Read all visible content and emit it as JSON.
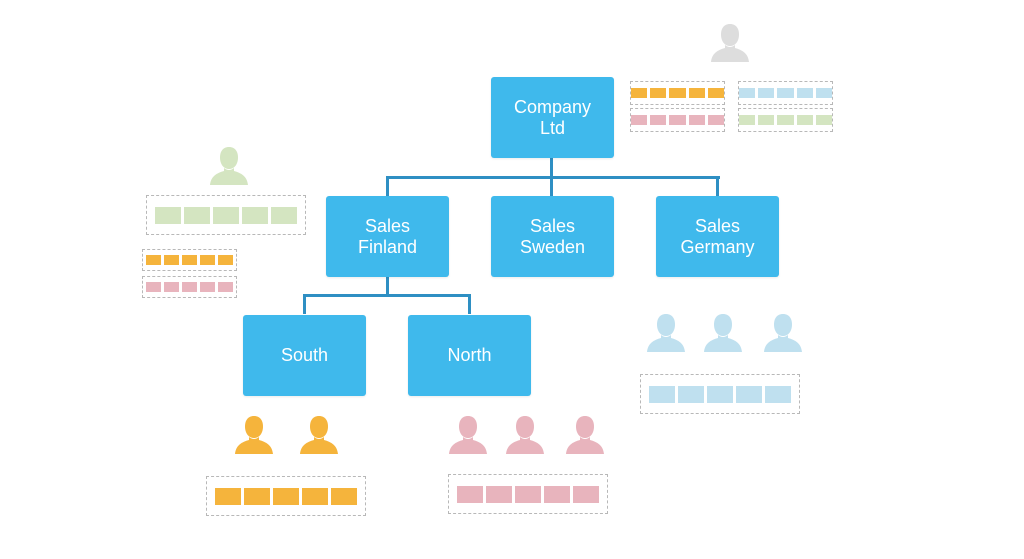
{
  "diagram": {
    "root": {
      "line1": "Company",
      "line2": "Ltd"
    },
    "branches": [
      {
        "line1": "Sales",
        "line2": "Finland"
      },
      {
        "line1": "Sales",
        "line2": "Sweden"
      },
      {
        "line1": "Sales",
        "line2": "Germany"
      }
    ],
    "leaves": [
      {
        "label": "South"
      },
      {
        "label": "North"
      }
    ]
  },
  "colors": {
    "box": "#3fb9ec",
    "connector": "#2e8fc3",
    "orange": "#f5b43c",
    "pink": "#e8b4bd",
    "light_blue": "#bfe0ef",
    "green": "#d4e5c1",
    "grey": "#dddddd"
  },
  "icons": {
    "person": "person-icon"
  }
}
